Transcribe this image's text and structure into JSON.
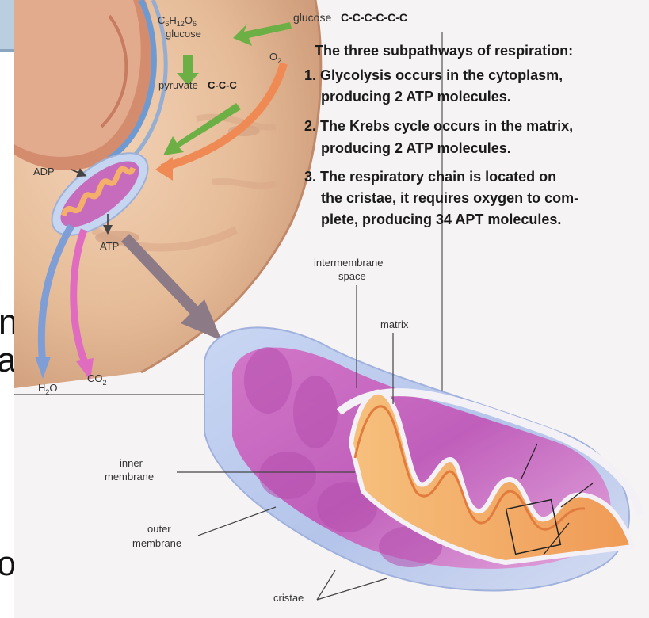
{
  "slide": {
    "fragment_1": "n",
    "fragment_2": "a",
    "fragment_3": "o."
  },
  "cell": {
    "glucose_formula_C": "C",
    "glucose_formula_6a": "6",
    "glucose_formula_H": "H",
    "glucose_formula_12": "12",
    "glucose_formula_O": "O",
    "glucose_formula_6b": "6",
    "glucose_label": "glucose",
    "glucose_chain_label": "glucose",
    "glucose_chain": "C-C-C-C-C-C",
    "o2_O": "O",
    "o2_sub": "2",
    "pyruvate_label": "pyruvate",
    "pyruvate_chain": "C-C-C",
    "adp_label": "ADP",
    "atp_label": "ATP",
    "h2o_H": "H",
    "h2o_sub": "2",
    "h2o_O": "O",
    "co2_CO": "CO",
    "co2_sub": "2"
  },
  "info": {
    "heading": "The three subpathways of respiration:",
    "lines": [
      "1. Glycolysis occurs in the cytoplasm,",
      "producing 2 ATP molecules.",
      "2. The Krebs cycle occurs in the matrix,",
      "producing 2 ATP molecules.",
      "3. The respiratory chain is located on",
      "the cristae, it requires oxygen to com-",
      "plete, producing 34 APT molecules."
    ]
  },
  "mito": {
    "intermembrane_1": "intermembrane",
    "intermembrane_2": "space",
    "matrix": "matrix",
    "inner_1": "inner",
    "inner_2": "membrane",
    "outer_1": "outer",
    "outer_2": "membrane",
    "cristae": "cristae"
  },
  "colors": {
    "cytoplasm": "#e8c3a2",
    "nucleus": "#d99478",
    "mito_outer": "#b9c9ec",
    "mito_inner": "#c55fb9",
    "matrix": "#f1a25b",
    "arrow_green": "#6cb045",
    "arrow_orange": "#ef8a55"
  }
}
